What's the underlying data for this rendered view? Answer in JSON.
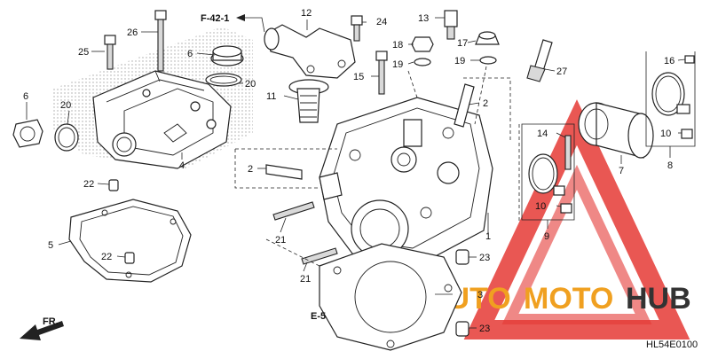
{
  "diagram": {
    "part_code": "HL54E0100",
    "references": {
      "f42": "F-42-1",
      "e5": "E-5",
      "front": "FR."
    },
    "watermark": {
      "prefix": "AUTO",
      "middle": "MOTO",
      "suffix": "HUB",
      "accent_color": "#f0a020",
      "red_color": "#e53935",
      "dark_color": "#333333"
    },
    "callouts": {
      "c1": "1",
      "c2a": "2",
      "c2b": "2",
      "c3": "3",
      "c4": "4",
      "c5": "5",
      "c6a": "6",
      "c6b": "6",
      "c7": "7",
      "c8": "8",
      "c9": "9",
      "c10a": "10",
      "c10b": "10",
      "c11": "11",
      "c12": "12",
      "c13": "13",
      "c14": "14",
      "c15": "15",
      "c16": "16",
      "c17": "17",
      "c18": "18",
      "c19a": "19",
      "c19b": "19",
      "c20a": "20",
      "c20b": "20",
      "c21a": "21",
      "c21b": "21",
      "c22a": "22",
      "c22b": "22",
      "c23a": "23",
      "c23b": "23",
      "c24": "24",
      "c25": "25",
      "c26": "26",
      "c27": "27"
    }
  }
}
